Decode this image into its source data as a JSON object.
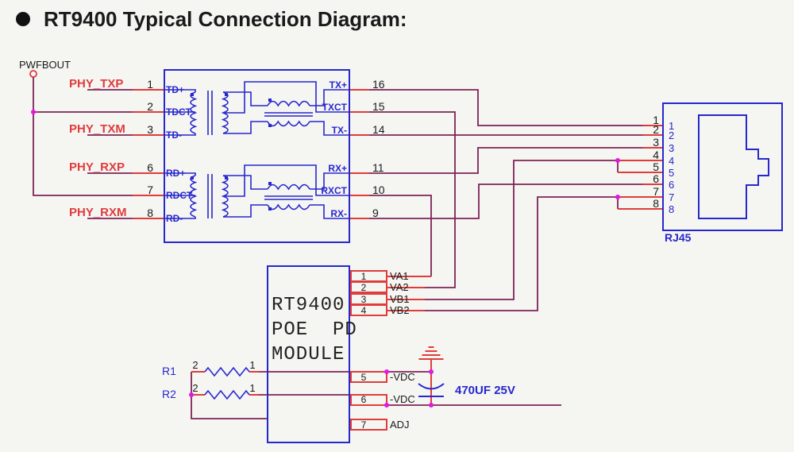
{
  "title": "RT9400   Typical Connection Diagram:",
  "power_label": "PWFBOUT",
  "phy_labels": [
    "PHY_TXP",
    "PHY_TXM",
    "PHY_RXP",
    "PHY_RXM"
  ],
  "transformer": {
    "left_pins": [
      {
        "num": "1",
        "label": "TD+"
      },
      {
        "num": "2",
        "label": "TDCT"
      },
      {
        "num": "3",
        "label": "TD-"
      },
      {
        "num": "6",
        "label": "RD+"
      },
      {
        "num": "7",
        "label": "RDCT"
      },
      {
        "num": "8",
        "label": "RD-"
      }
    ],
    "right_pins": [
      {
        "num": "16",
        "label": "TX+"
      },
      {
        "num": "15",
        "label": "TXCT"
      },
      {
        "num": "14",
        "label": "TX-"
      },
      {
        "num": "11",
        "label": "RX+"
      },
      {
        "num": "10",
        "label": "RXCT"
      },
      {
        "num": "9",
        "label": "RX-"
      }
    ]
  },
  "rj45": {
    "name": "RJ45",
    "pins": [
      "1",
      "2",
      "3",
      "4",
      "5",
      "6",
      "7",
      "8"
    ]
  },
  "module": {
    "title_lines": [
      "RT9400",
      "POE  PD",
      "MODULE"
    ],
    "pins": [
      {
        "num": "1",
        "label": "VA1"
      },
      {
        "num": "2",
        "label": "VA2"
      },
      {
        "num": "3",
        "label": "VB1"
      },
      {
        "num": "4",
        "label": "VB2"
      },
      {
        "num": "5",
        "label": "-VDC"
      },
      {
        "num": "6",
        "label": "-VDC"
      },
      {
        "num": "7",
        "label": "ADJ"
      }
    ]
  },
  "resistors": [
    {
      "ref": "R1",
      "pin_left": "2",
      "pin_right": "1"
    },
    {
      "ref": "R2",
      "pin_left": "2",
      "pin_right": "1"
    }
  ],
  "capacitor_value": "470UF 25V",
  "colors": {
    "background": "#f5f5f2",
    "wire": "#7e2456",
    "pin_red": "#e03c3c",
    "symbol_blue": "#2727cd",
    "junction_magenta": "#e218e2",
    "ink_black": "#1a1a1a"
  }
}
